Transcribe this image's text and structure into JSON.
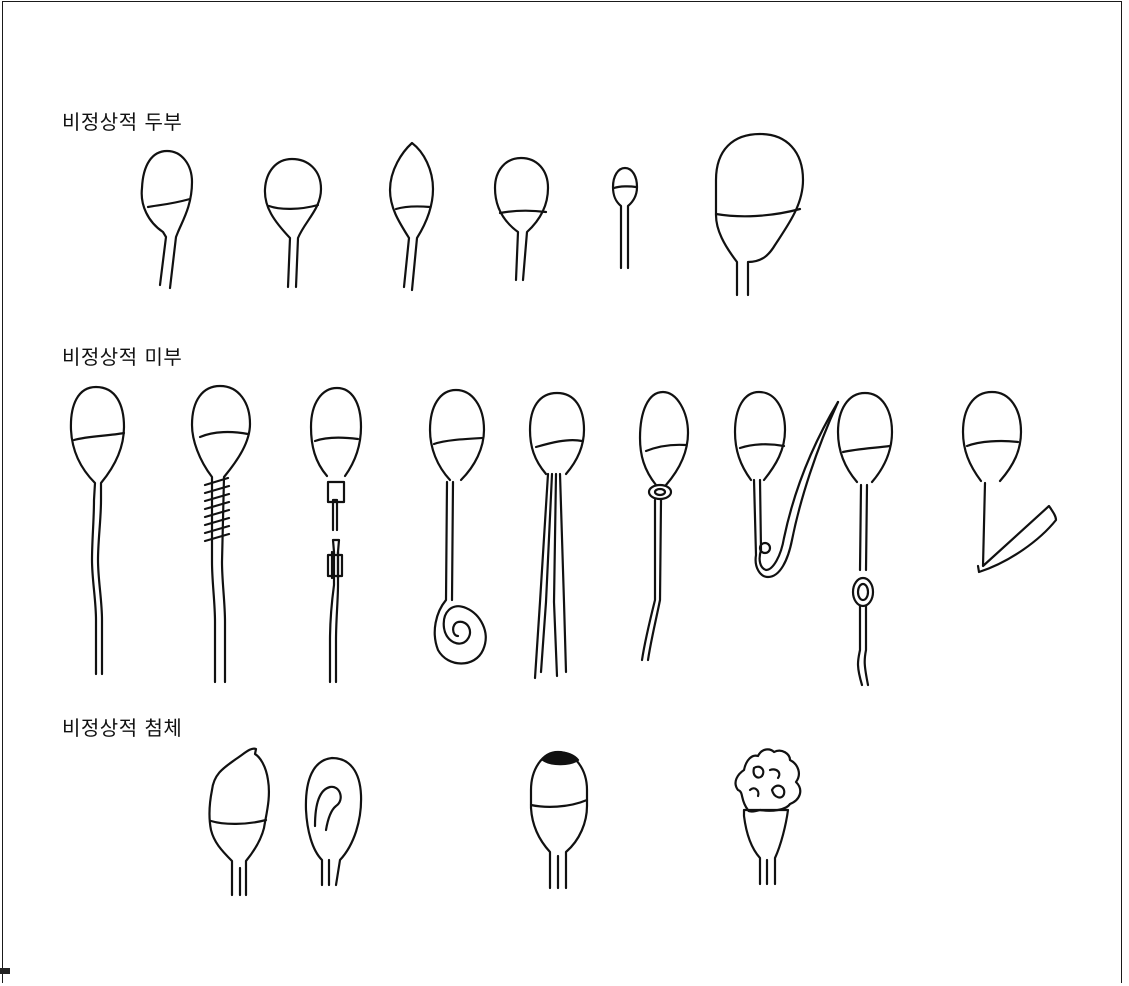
{
  "sections": {
    "abnormal_head": {
      "label": "비정상적 두부"
    },
    "abnormal_tail": {
      "label": "비정상적 미부"
    },
    "abnormal_acrosome": {
      "label": "비정상적 첨체"
    }
  }
}
